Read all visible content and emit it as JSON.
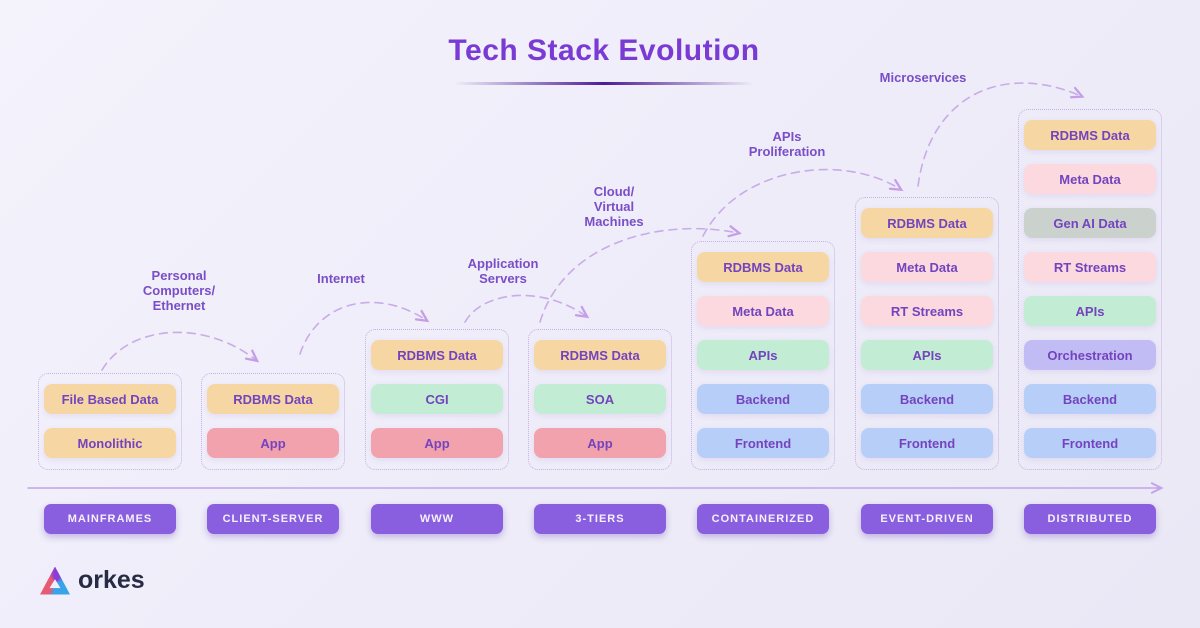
{
  "title": "Tech Stack Evolution",
  "brand": {
    "name": "orkes"
  },
  "palette": {
    "warm": "#F6D7A4",
    "salmon": "#F2A2AC",
    "mint": "#C3ECD4",
    "pink": "#FBD9DF",
    "blue": "#B7CFF8",
    "gray": "#CBD2CD",
    "lavender": "#C2BCF4",
    "era_button": "#8A5FDF",
    "accent": "#7A3AD4",
    "arrow": "#C9ABE9"
  },
  "columns": [
    {
      "era": "MAINFRAMES",
      "boxes": [
        {
          "label": "File Based Data",
          "color": "warm"
        },
        {
          "label": "Monolithic",
          "color": "warm"
        }
      ]
    },
    {
      "era": "CLIENT-SERVER",
      "boxes": [
        {
          "label": "RDBMS Data",
          "color": "warm"
        },
        {
          "label": "App",
          "color": "salmon"
        }
      ]
    },
    {
      "era": "WWW",
      "boxes": [
        {
          "label": "RDBMS Data",
          "color": "warm"
        },
        {
          "label": "CGI",
          "color": "mint"
        },
        {
          "label": "App",
          "color": "salmon"
        }
      ]
    },
    {
      "era": "3-TIERS",
      "boxes": [
        {
          "label": "RDBMS Data",
          "color": "warm"
        },
        {
          "label": "SOA",
          "color": "mint"
        },
        {
          "label": "App",
          "color": "salmon"
        }
      ]
    },
    {
      "era": "CONTAINERIZED",
      "boxes": [
        {
          "label": "RDBMS Data",
          "color": "warm"
        },
        {
          "label": "Meta Data",
          "color": "pink"
        },
        {
          "label": "APIs",
          "color": "mint"
        },
        {
          "label": "Backend",
          "color": "blue"
        },
        {
          "label": "Frontend",
          "color": "blue"
        }
      ]
    },
    {
      "era": "EVENT-DRIVEN",
      "boxes": [
        {
          "label": "RDBMS Data",
          "color": "warm"
        },
        {
          "label": "Meta Data",
          "color": "pink"
        },
        {
          "label": "RT Streams",
          "color": "pink"
        },
        {
          "label": "APIs",
          "color": "mint"
        },
        {
          "label": "Backend",
          "color": "blue"
        },
        {
          "label": "Frontend",
          "color": "blue"
        }
      ]
    },
    {
      "era": "DISTRIBUTED",
      "boxes": [
        {
          "label": "RDBMS Data",
          "color": "warm"
        },
        {
          "label": "Meta Data",
          "color": "pink"
        },
        {
          "label": "Gen AI Data",
          "color": "gray"
        },
        {
          "label": "RT Streams",
          "color": "pink"
        },
        {
          "label": "APIs",
          "color": "mint"
        },
        {
          "label": "Orchestration",
          "color": "lavender"
        },
        {
          "label": "Backend",
          "color": "blue"
        },
        {
          "label": "Frontend",
          "color": "blue"
        }
      ]
    }
  ],
  "transitions": [
    {
      "label": "Personal Computers/ Ethernet",
      "lines": [
        "Personal",
        "Computers/",
        "Ethernet"
      ]
    },
    {
      "label": "Internet",
      "lines": [
        "Internet"
      ]
    },
    {
      "label": "Application Servers",
      "lines": [
        "Application",
        "Servers"
      ]
    },
    {
      "label": "Cloud/ Virtual Machines",
      "lines": [
        "Cloud/",
        "Virtual",
        "Machines"
      ]
    },
    {
      "label": "APIs Proliferation",
      "lines": [
        "APIs",
        "Proliferation"
      ]
    },
    {
      "label": "Microservices",
      "lines": [
        "Microservices"
      ]
    }
  ]
}
